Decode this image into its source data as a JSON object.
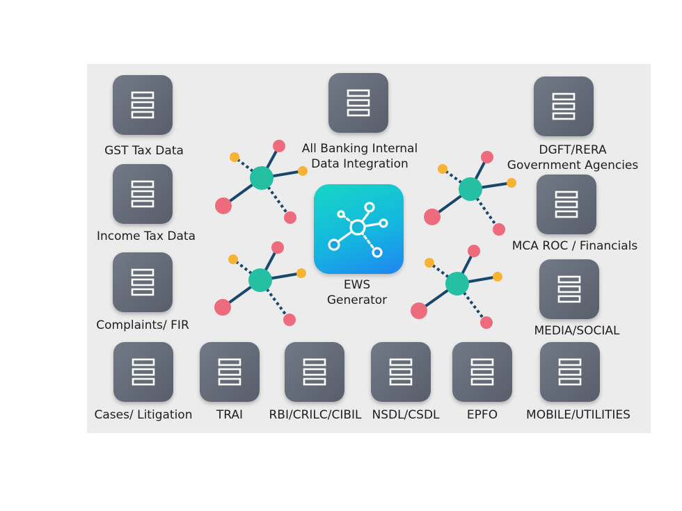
{
  "hub": {
    "icon": "network-icon",
    "label": [
      "EWS",
      "Generator"
    ],
    "gradient": [
      "#17d6c4",
      "#1f86f0"
    ]
  },
  "colors": {
    "panel": "#ececec",
    "tile": "#646a76",
    "center_node": "#25bfa3",
    "red_node": "#ee6b7e",
    "yellow_node": "#f7b334",
    "link": "#17466e"
  },
  "sources": [
    {
      "id": "gst",
      "lines": [
        "GST Tax Data"
      ],
      "icon": "database-icon"
    },
    {
      "id": "banking",
      "lines": [
        "All Banking Internal",
        "Data Integration"
      ],
      "icon": "database-icon"
    },
    {
      "id": "dgft",
      "lines": [
        "DGFT/RERA",
        "Government Agencies"
      ],
      "icon": "database-icon"
    },
    {
      "id": "income-tax",
      "lines": [
        "Income Tax Data"
      ],
      "icon": "database-icon"
    },
    {
      "id": "mca",
      "lines": [
        "MCA ROC / Financials"
      ],
      "icon": "database-icon"
    },
    {
      "id": "complaints",
      "lines": [
        "Complaints/ FIR"
      ],
      "icon": "database-icon"
    },
    {
      "id": "media",
      "lines": [
        "MEDIA/SOCIAL"
      ],
      "icon": "database-icon"
    },
    {
      "id": "cases",
      "lines": [
        "Cases/ Litigation"
      ],
      "icon": "database-icon"
    },
    {
      "id": "trai",
      "lines": [
        "TRAI"
      ],
      "icon": "database-icon"
    },
    {
      "id": "rbi",
      "lines": [
        "RBI/CRILC/CIBIL"
      ],
      "icon": "database-icon"
    },
    {
      "id": "nsdl",
      "lines": [
        "NSDL/CSDL"
      ],
      "icon": "database-icon"
    },
    {
      "id": "epfo",
      "lines": [
        "EPFO"
      ],
      "icon": "database-icon"
    },
    {
      "id": "mobile",
      "lines": [
        "MOBILE/UTILITIES"
      ],
      "icon": "database-icon"
    }
  ]
}
